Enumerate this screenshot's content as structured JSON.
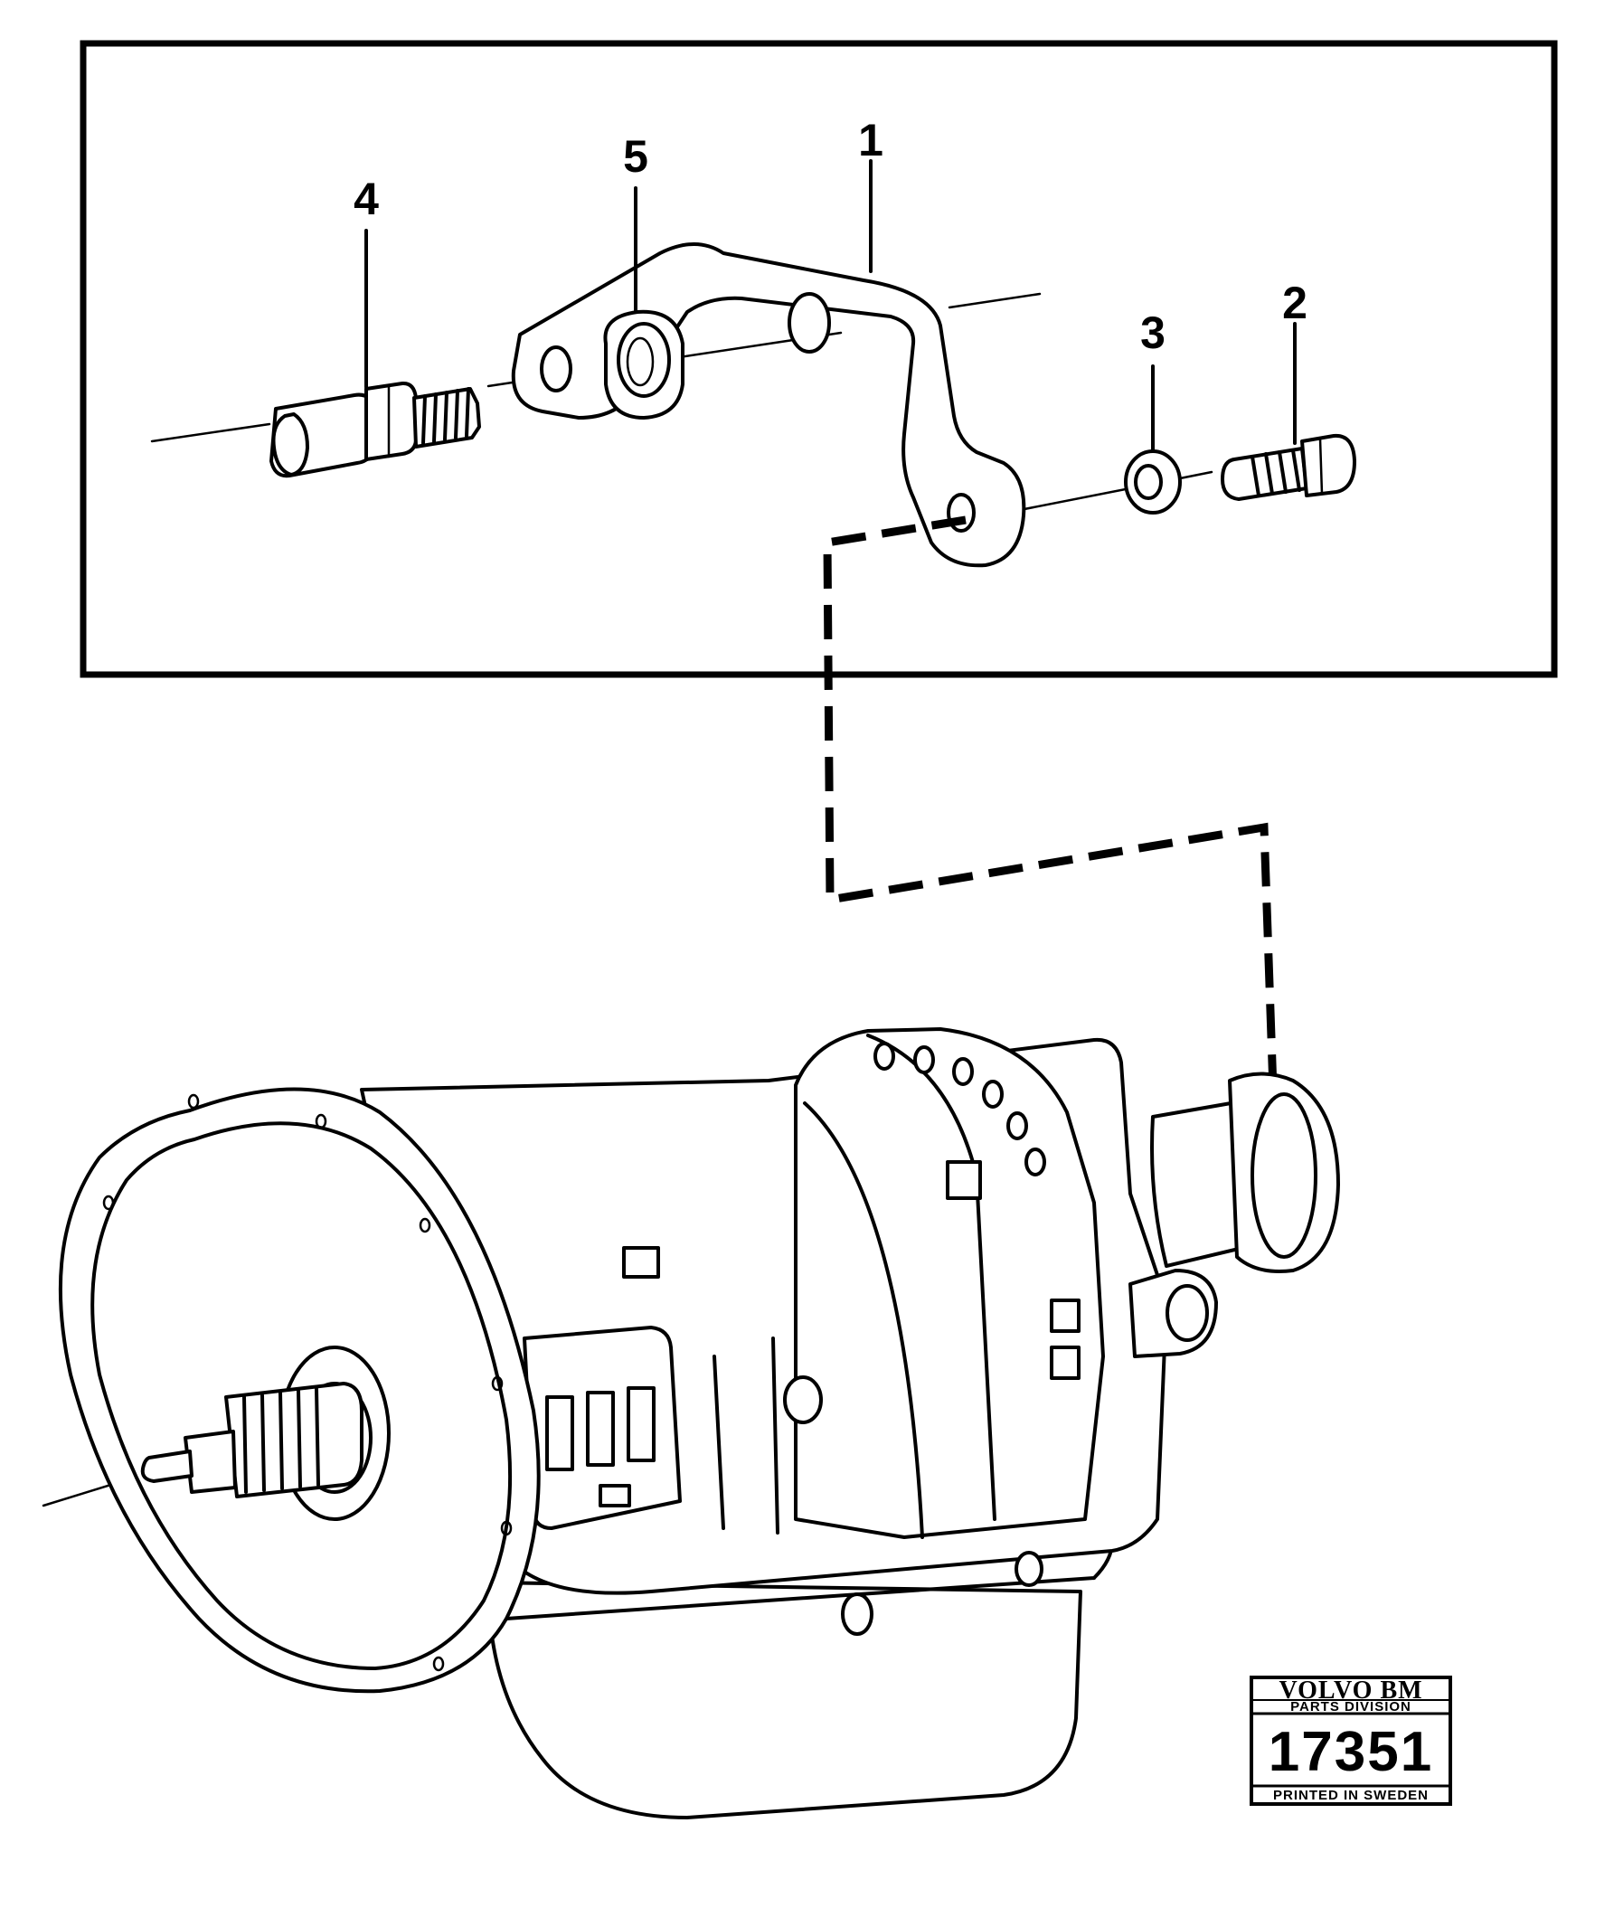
{
  "callouts": [
    {
      "label": "1"
    },
    {
      "label": "2"
    },
    {
      "label": "3"
    },
    {
      "label": "4"
    },
    {
      "label": "5"
    }
  ],
  "stamp": {
    "brand": "VOLVO BM",
    "division": "PARTS DIVISION",
    "number": "17351",
    "printed": "PRINTED IN SWEDEN"
  }
}
